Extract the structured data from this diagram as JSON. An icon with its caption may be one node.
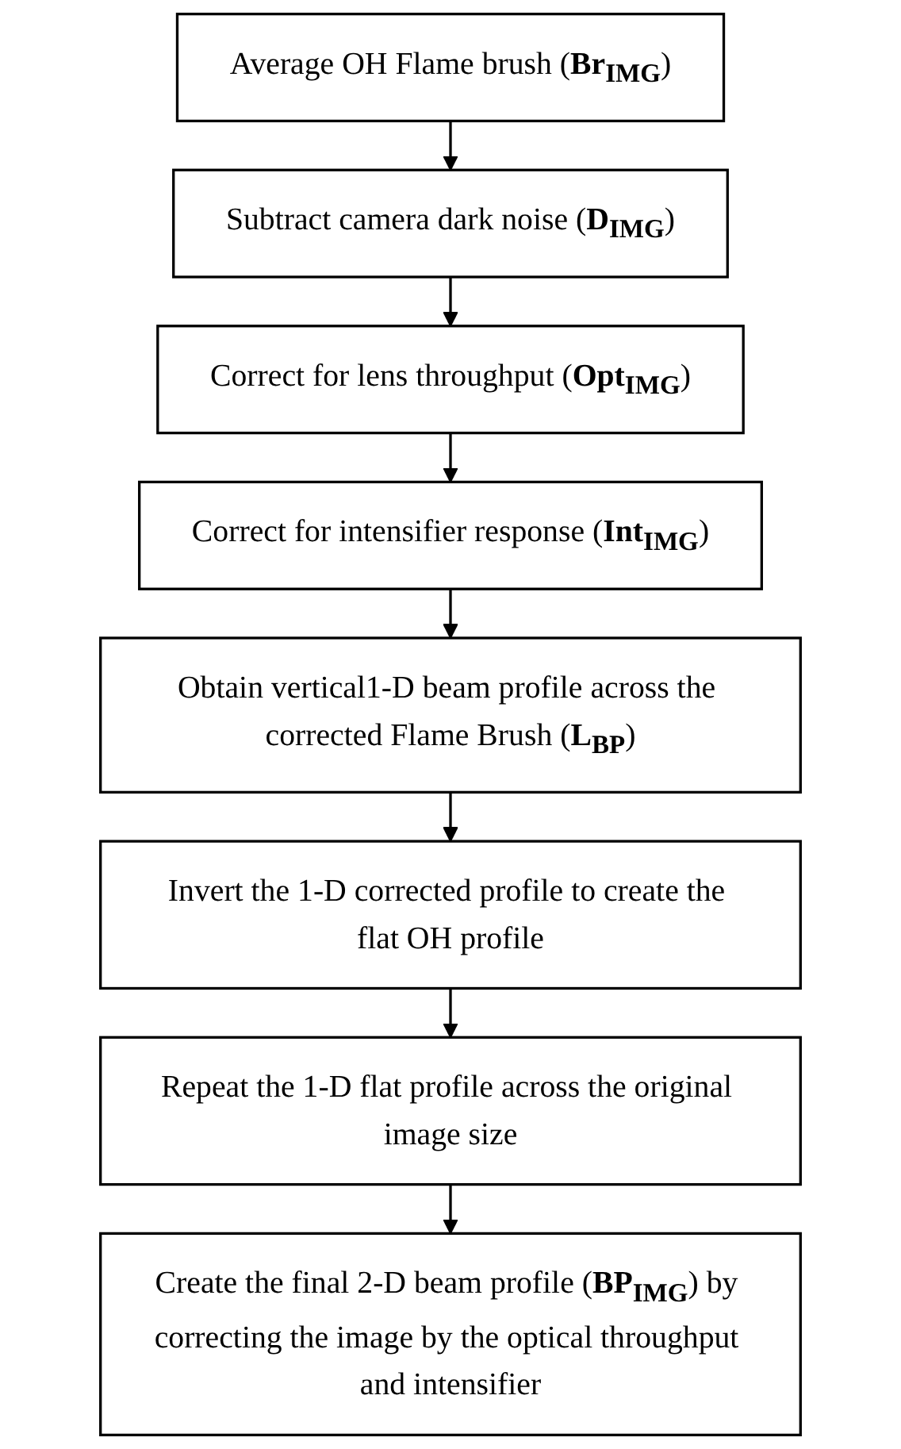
{
  "diagram": {
    "nodes": [
      {
        "text": [
          "Average OH Flame brush (**Br$_{IMG}$**)"
        ]
      },
      {
        "text": [
          "Subtract camera dark noise (**D$_{IMG}$**)"
        ]
      },
      {
        "text": [
          "Correct for lens throughput (**Opt$_{IMG}$**)"
        ]
      },
      {
        "text": [
          "Correct for intensifier response (**Int$_{IMG}$**)"
        ]
      },
      {
        "text": [
          "Obtain vertical1-D beam profile across the corrected Flame Brush (**L$_{BP}$**)"
        ]
      },
      {
        "text": [
          "Invert the 1-D corrected profile to create the flat OH profile"
        ]
      },
      {
        "text": [
          "Repeat the 1-D flat profile across the original image size"
        ]
      },
      {
        "text": [
          "Create the final 2-D beam profile (**BP$_{IMG}$**) by correcting the image by the optical throughput and intensifier"
        ]
      }
    ],
    "edges": [
      {
        "from": 0,
        "to": 1,
        "arrow": "to"
      },
      {
        "from": 1,
        "to": 2,
        "arrow": "to"
      },
      {
        "from": 2,
        "to": 3,
        "arrow": "to"
      },
      {
        "from": 3,
        "to": 4,
        "arrow": "to"
      },
      {
        "from": 4,
        "to": 5,
        "arrow": "to"
      },
      {
        "from": 5,
        "to": 6,
        "arrow": "to"
      },
      {
        "from": 6,
        "to": 7,
        "arrow": "to"
      }
    ]
  }
}
